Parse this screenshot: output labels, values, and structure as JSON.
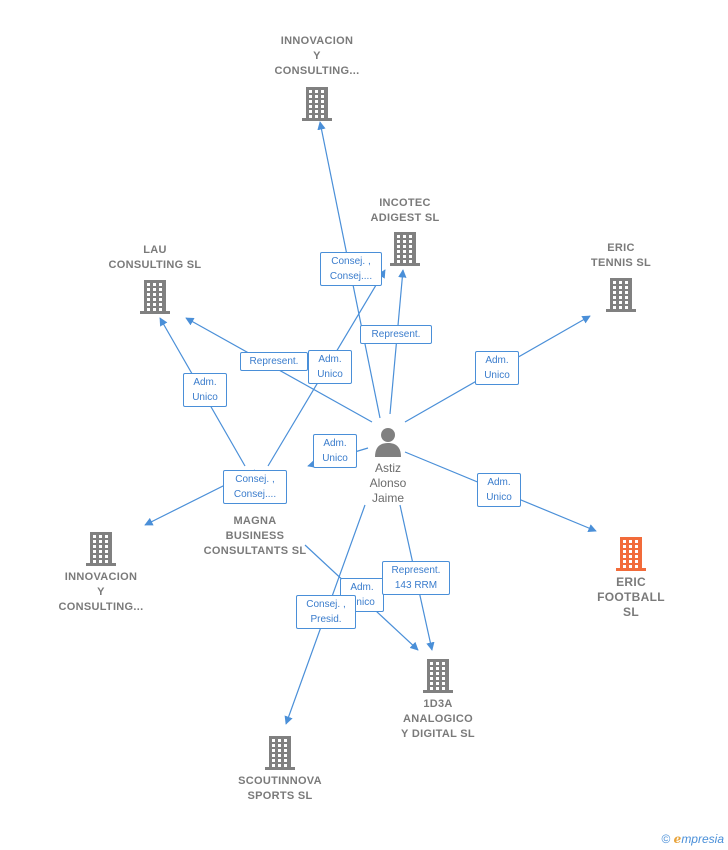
{
  "colors": {
    "edge": "#4a8fd8",
    "node": "#808080",
    "highlight": "#f26b3a",
    "badge_text": "#3a7ccc"
  },
  "person": {
    "name": [
      "Astiz",
      "Alonso",
      "Jaime"
    ],
    "icon": "person-icon"
  },
  "companies": [
    {
      "id": "innov-top",
      "lines": [
        "INNOVACION",
        "Y",
        "CONSULTING..."
      ],
      "icon": "building-icon"
    },
    {
      "id": "incotec",
      "lines": [
        "INCOTEC",
        "ADIGEST SL"
      ],
      "icon": "building-icon"
    },
    {
      "id": "lau",
      "lines": [
        "LAU",
        "CONSULTING SL"
      ],
      "icon": "building-icon"
    },
    {
      "id": "eric-tennis",
      "lines": [
        "ERIC",
        "TENNIS SL"
      ],
      "icon": "building-icon"
    },
    {
      "id": "innov-left",
      "lines": [
        "INNOVACION",
        "Y",
        "CONSULTING..."
      ],
      "icon": "building-icon"
    },
    {
      "id": "magna",
      "lines": [
        "MAGNA",
        "BUSINESS",
        "CONSULTANTS SL"
      ],
      "icon": "building-icon"
    },
    {
      "id": "eric-football",
      "lines": [
        "ERIC",
        "FOOTBALL",
        "SL"
      ],
      "icon": "building-icon",
      "highlight": true
    },
    {
      "id": "1d3a",
      "lines": [
        "1D3A",
        "ANALOGICO",
        "Y DIGITAL SL"
      ],
      "icon": "building-icon"
    },
    {
      "id": "scoutinnova",
      "lines": [
        "SCOUTINNOVA",
        "SPORTS SL"
      ],
      "icon": "building-icon"
    }
  ],
  "relations": [
    {
      "id": "r1",
      "lines": [
        "Consej. ,",
        "Consej...."
      ]
    },
    {
      "id": "r2",
      "lines": [
        "Represent."
      ]
    },
    {
      "id": "r3",
      "lines": [
        "Represent."
      ]
    },
    {
      "id": "r4",
      "lines": [
        "Adm.",
        "Unico"
      ]
    },
    {
      "id": "r5",
      "lines": [
        "Adm.",
        "Unico"
      ]
    },
    {
      "id": "r6",
      "lines": [
        "Adm.",
        "Unico"
      ]
    },
    {
      "id": "r7",
      "lines": [
        "Adm.",
        "Unico"
      ]
    },
    {
      "id": "r8",
      "lines": [
        "Consej. ,",
        "Consej...."
      ]
    },
    {
      "id": "r9",
      "lines": [
        "Adm.",
        "Unico"
      ]
    },
    {
      "id": "r10",
      "lines": [
        "Represent.",
        "143 RRM"
      ]
    },
    {
      "id": "r11",
      "lines": [
        "Adm.",
        "Unico"
      ]
    },
    {
      "id": "r12",
      "lines": [
        "Consej. ,",
        "Presid."
      ]
    }
  ],
  "footer": {
    "copyright": "©",
    "brand_initial": "e",
    "brand_rest": "mpresia"
  }
}
